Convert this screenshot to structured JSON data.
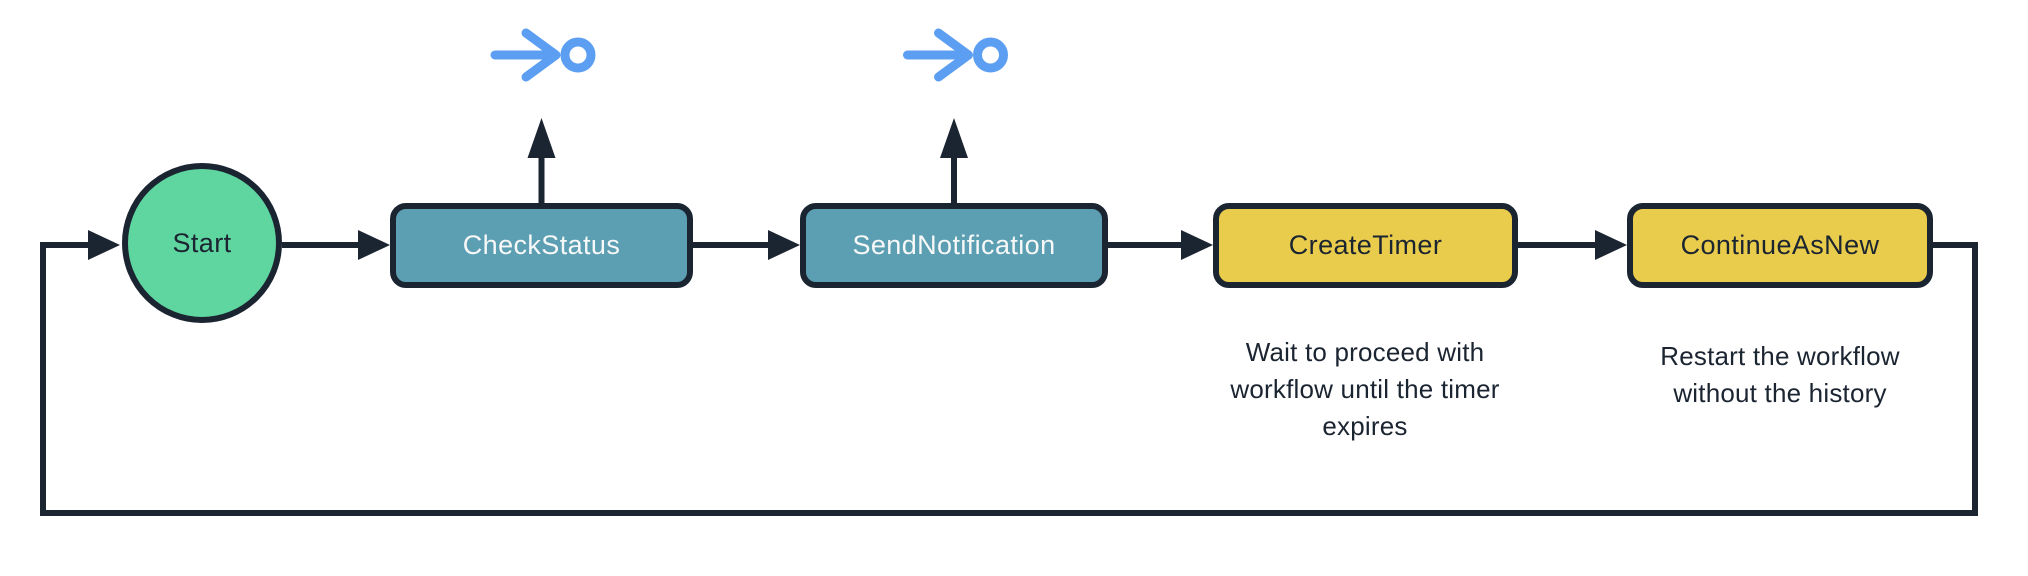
{
  "colors": {
    "ink": "#1b2431",
    "green": "#5fd6a0",
    "teal": "#5c9fb3",
    "yellow": "#e9cc4b",
    "blue": "#5c9ff2",
    "boxtext": "#f7f8f8",
    "bg": "#ffffff"
  },
  "diagram": {
    "start": {
      "label": "Start",
      "shape": "circle",
      "color": "#5fd6a0"
    },
    "nodes": [
      {
        "label": "CheckStatus",
        "shape": "rounded-rect",
        "color": "#5c9fb3",
        "icon": "signal-icon"
      },
      {
        "label": "SendNotification",
        "shape": "rounded-rect",
        "color": "#5c9fb3",
        "icon": "signal-icon"
      },
      {
        "label": "CreateTimer",
        "shape": "rounded-rect",
        "color": "#e9cc4b",
        "description": "Wait to proceed with\nworkflow until the timer\nexpires"
      },
      {
        "label": "ContinueAsNew",
        "shape": "rounded-rect",
        "color": "#e9cc4b",
        "description": "Restart the workflow\nwithout the history"
      }
    ],
    "icons": [
      {
        "name": "signal-icon",
        "glyph": "arrow-to-circle",
        "color": "#5c9ff2"
      },
      {
        "name": "signal-icon",
        "glyph": "arrow-to-circle",
        "color": "#5c9ff2"
      }
    ],
    "flow": "loop-back from ContinueAsNew to Start"
  }
}
